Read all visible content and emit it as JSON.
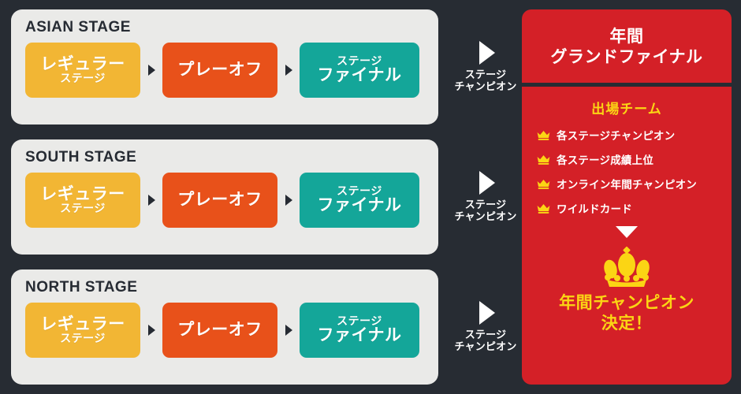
{
  "colors": {
    "background": "#272c33",
    "card": "#eaeae8",
    "regular": "#f2b634",
    "playoff": "#e8511a",
    "final": "#14a699",
    "red": "#d42027",
    "yellow": "#fbd514",
    "white": "#ffffff",
    "dark_text": "#262b33"
  },
  "stages": [
    {
      "title": "ASIAN STAGE",
      "steps": [
        {
          "line1": "レギュラー",
          "line2": "ステージ",
          "color_key": "regular"
        },
        {
          "line1": "プレーオフ",
          "line2": "",
          "color_key": "playoff"
        },
        {
          "line1": "ステージ",
          "line2": "ファイナル",
          "color_key": "final"
        }
      ],
      "connector": {
        "line1": "ステージ",
        "line2": "チャンピオン",
        "icon": "triangle-right-icon"
      }
    },
    {
      "title": "SOUTH STAGE",
      "steps": [
        {
          "line1": "レギュラー",
          "line2": "ステージ",
          "color_key": "regular"
        },
        {
          "line1": "プレーオフ",
          "line2": "",
          "color_key": "playoff"
        },
        {
          "line1": "ステージ",
          "line2": "ファイナル",
          "color_key": "final"
        }
      ],
      "connector": {
        "line1": "ステージ",
        "line2": "チャンピオン",
        "icon": "triangle-right-icon"
      }
    },
    {
      "title": "NORTH STAGE",
      "steps": [
        {
          "line1": "レギュラー",
          "line2": "ステージ",
          "color_key": "regular"
        },
        {
          "line1": "プレーオフ",
          "line2": "",
          "color_key": "playoff"
        },
        {
          "line1": "ステージ",
          "line2": "ファイナル",
          "color_key": "final"
        }
      ],
      "connector": {
        "line1": "ステージ",
        "line2": "チャンピオン",
        "icon": "triangle-right-icon"
      }
    }
  ],
  "grand_final": {
    "header_line1": "年間",
    "header_line2": "グランドファイナル",
    "entry_title": "出場チーム",
    "entries": [
      {
        "icon": "crown-icon",
        "label": "各ステージチャンピオン"
      },
      {
        "icon": "crown-icon",
        "label": "各ステージ成績上位"
      },
      {
        "icon": "crown-icon",
        "label": "オンライン年間チャンピオン"
      },
      {
        "icon": "crown-icon",
        "label": "ワイルドカード"
      }
    ],
    "down_arrow_icon": "triangle-down-icon",
    "champion_icon": "crown-large-icon",
    "champion_line1": "年間チャンピオン",
    "champion_line2": "決定！"
  }
}
